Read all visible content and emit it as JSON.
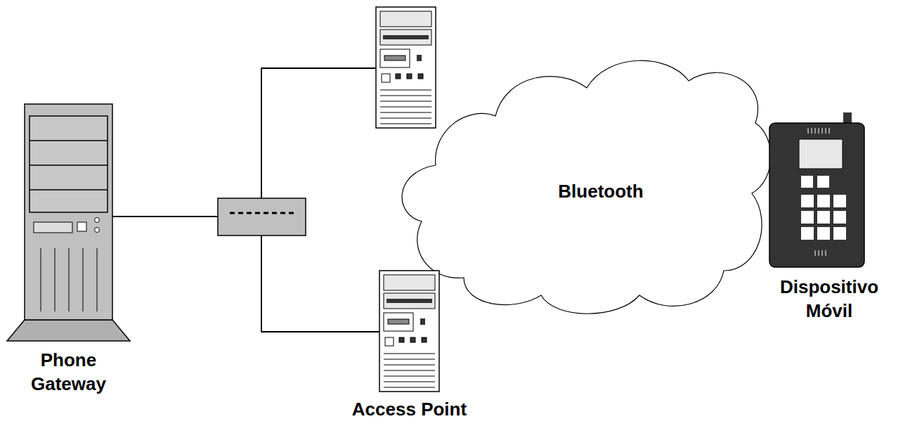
{
  "diagram": {
    "nodes": [
      {
        "text": [
          "Phone Gateway"
        ]
      },
      {
        "text": [
          "Access Point"
        ]
      },
      {
        "text": [
          "Bluetooth"
        ]
      },
      {
        "text": [
          "Dispositivo Móvil"
        ]
      }
    ],
    "edges": [
      {
        "from": 0,
        "to": 1,
        "arrow": "none"
      }
    ]
  }
}
